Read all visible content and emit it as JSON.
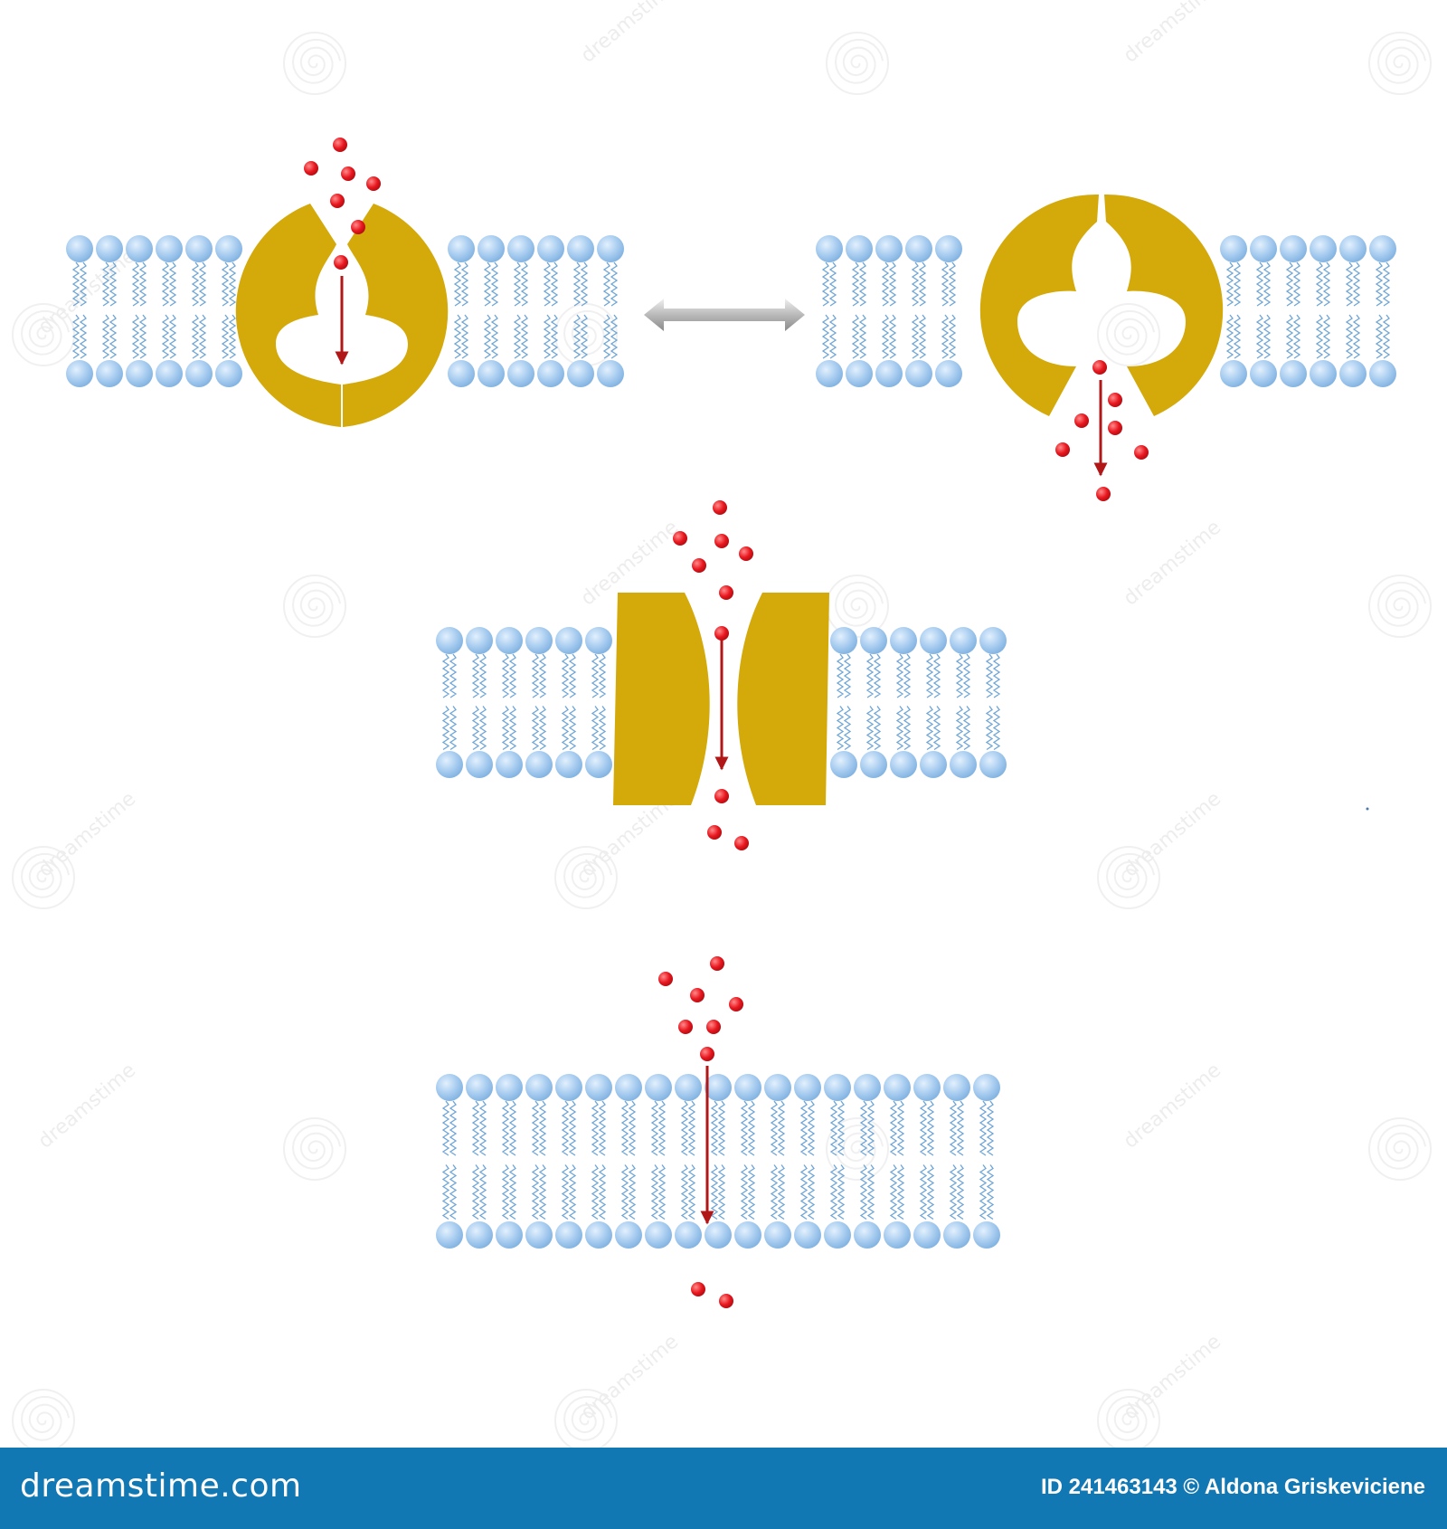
{
  "footer": {
    "brand": "dreamstime.com",
    "credit": "ID 241463143 © Aldona Griskeviciene"
  },
  "watermark": {
    "text": "dreamstime"
  },
  "colors": {
    "protein": "#d4a90a",
    "lipid_head": "#a9cdf0",
    "lipid_tail": "#6fa5d6",
    "molecule": "#e8161e",
    "arrow": "#b11717",
    "footer_bg": "#1278b4"
  },
  "icons": [
    "watermark-spiral-icon",
    "double-headed-arrow-icon",
    "down-arrow-icon"
  ]
}
